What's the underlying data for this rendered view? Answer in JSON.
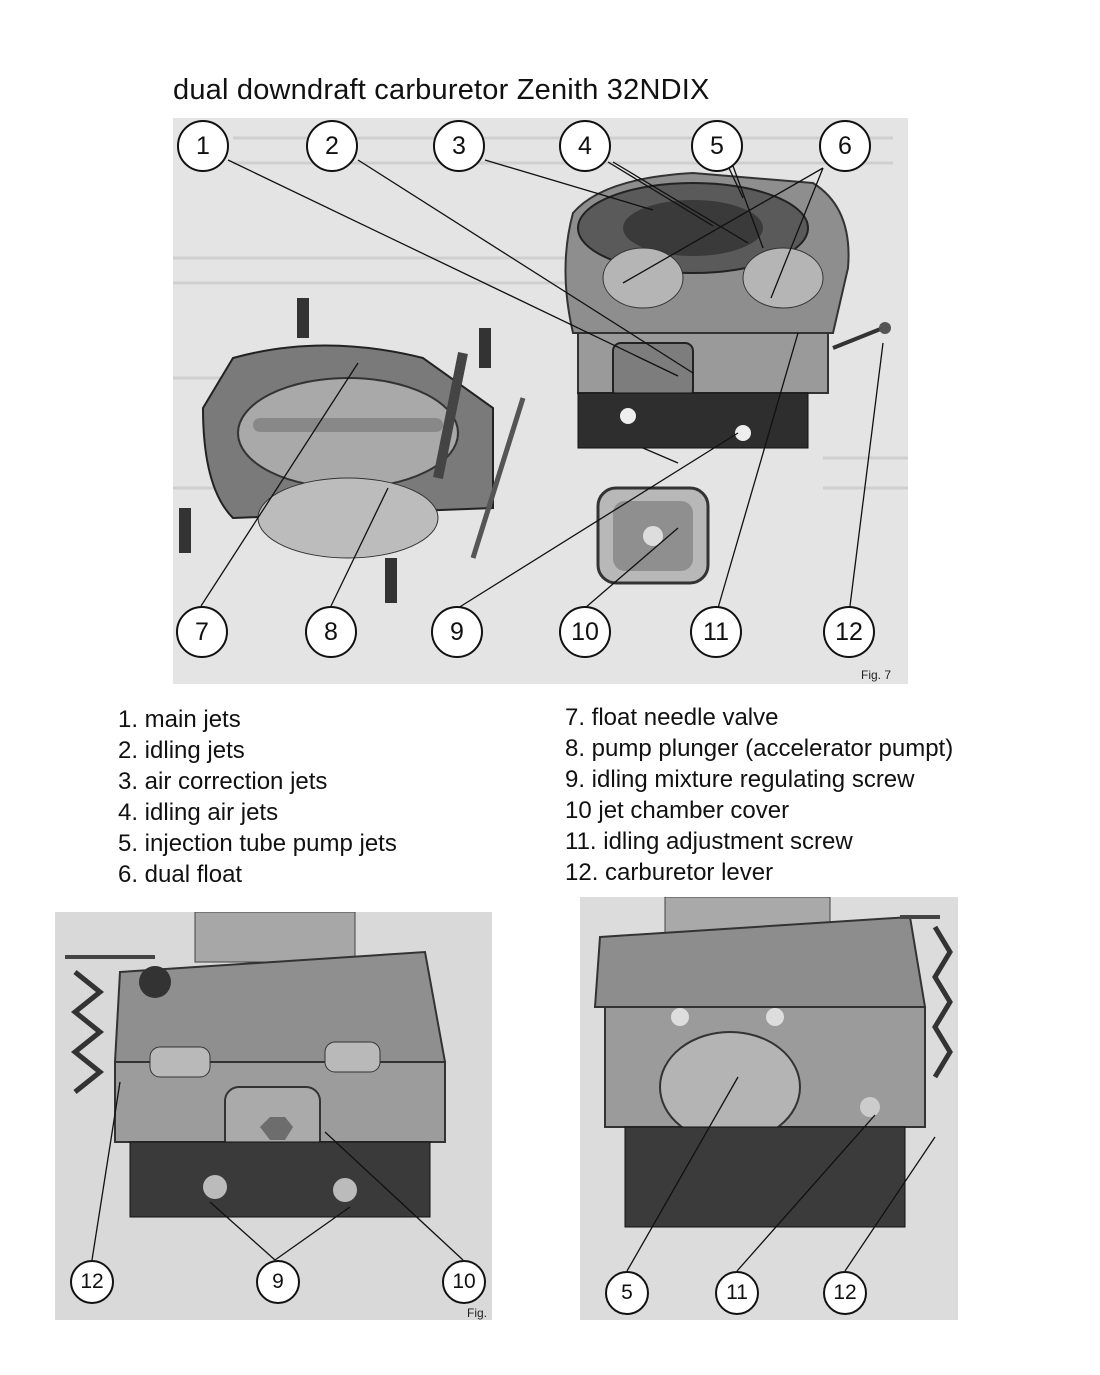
{
  "title": "dual downdraft carburetor Zenith 32NDIX",
  "figures": {
    "top": {
      "caption": "Fig. 7",
      "callouts_top": [
        "1",
        "2",
        "3",
        "4",
        "5",
        "6"
      ],
      "callouts_bottom": [
        "7",
        "8",
        "9",
        "10",
        "11",
        "12"
      ]
    },
    "left": {
      "caption": "Fig.",
      "callouts": [
        "12",
        "9",
        "10"
      ]
    },
    "right": {
      "callouts": [
        "5",
        "11",
        "12"
      ]
    }
  },
  "parts_left": [
    "1. main jets",
    "2. idling jets",
    "3. air correction jets",
    "4. idling air jets",
    "5. injection tube pump jets",
    "6. dual float"
  ],
  "parts_right": [
    "7.  float needle valve",
    "8.  pump plunger (accelerator pumpt)",
    "9.  idling mixture regulating screw",
    "10  jet chamber cover",
    "11. idling adjustment screw",
    "12. carburetor lever"
  ]
}
